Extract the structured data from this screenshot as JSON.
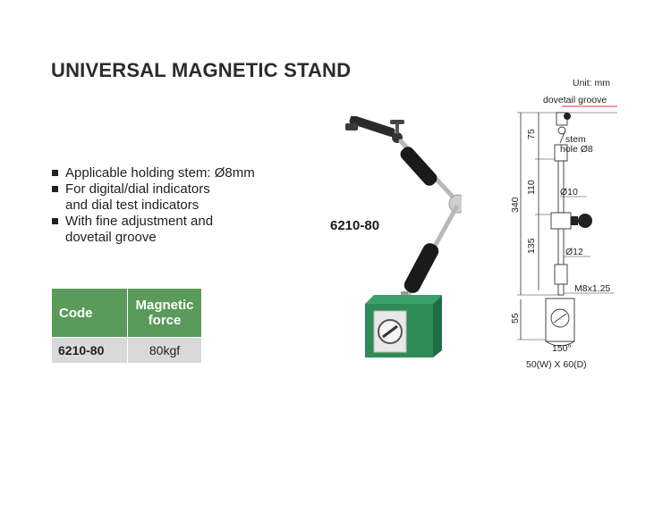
{
  "title": "UNIVERSAL MAGNETIC STAND",
  "features": [
    {
      "lines": [
        "Applicable holding stem: Ø8mm"
      ]
    },
    {
      "lines": [
        "For digital/dial indicators",
        "and dial test indicators"
      ]
    },
    {
      "lines": [
        "With fine adjustment and",
        "dovetail groove"
      ]
    }
  ],
  "table": {
    "headers": {
      "code": "Code",
      "force_line1": "Magnetic",
      "force_line2": "force"
    },
    "rows": [
      {
        "code": "6210-80",
        "force": "80kgf"
      }
    ]
  },
  "product": {
    "model": "6210-80"
  },
  "drawing": {
    "unit": "Unit: mm",
    "dovetail": "dovetail groove",
    "stem_hole_1": "stem",
    "stem_hole_2": "hole Ø8",
    "dim_75": "75",
    "dim_110": "110",
    "dim_340": "340",
    "dim_135": "135",
    "dim_55": "55",
    "dia_10": "Ø10",
    "dia_12": "Ø12",
    "thread": "M8x1.25",
    "angle": "150°",
    "base_size": "50(W) X 60(D)"
  },
  "colors": {
    "table_header": "#5a9a5a",
    "table_cell": "#d9d9d9",
    "base_green": "#2e8b57",
    "arm_black": "#1a1a1a",
    "dovetail_line": "#e03030"
  }
}
